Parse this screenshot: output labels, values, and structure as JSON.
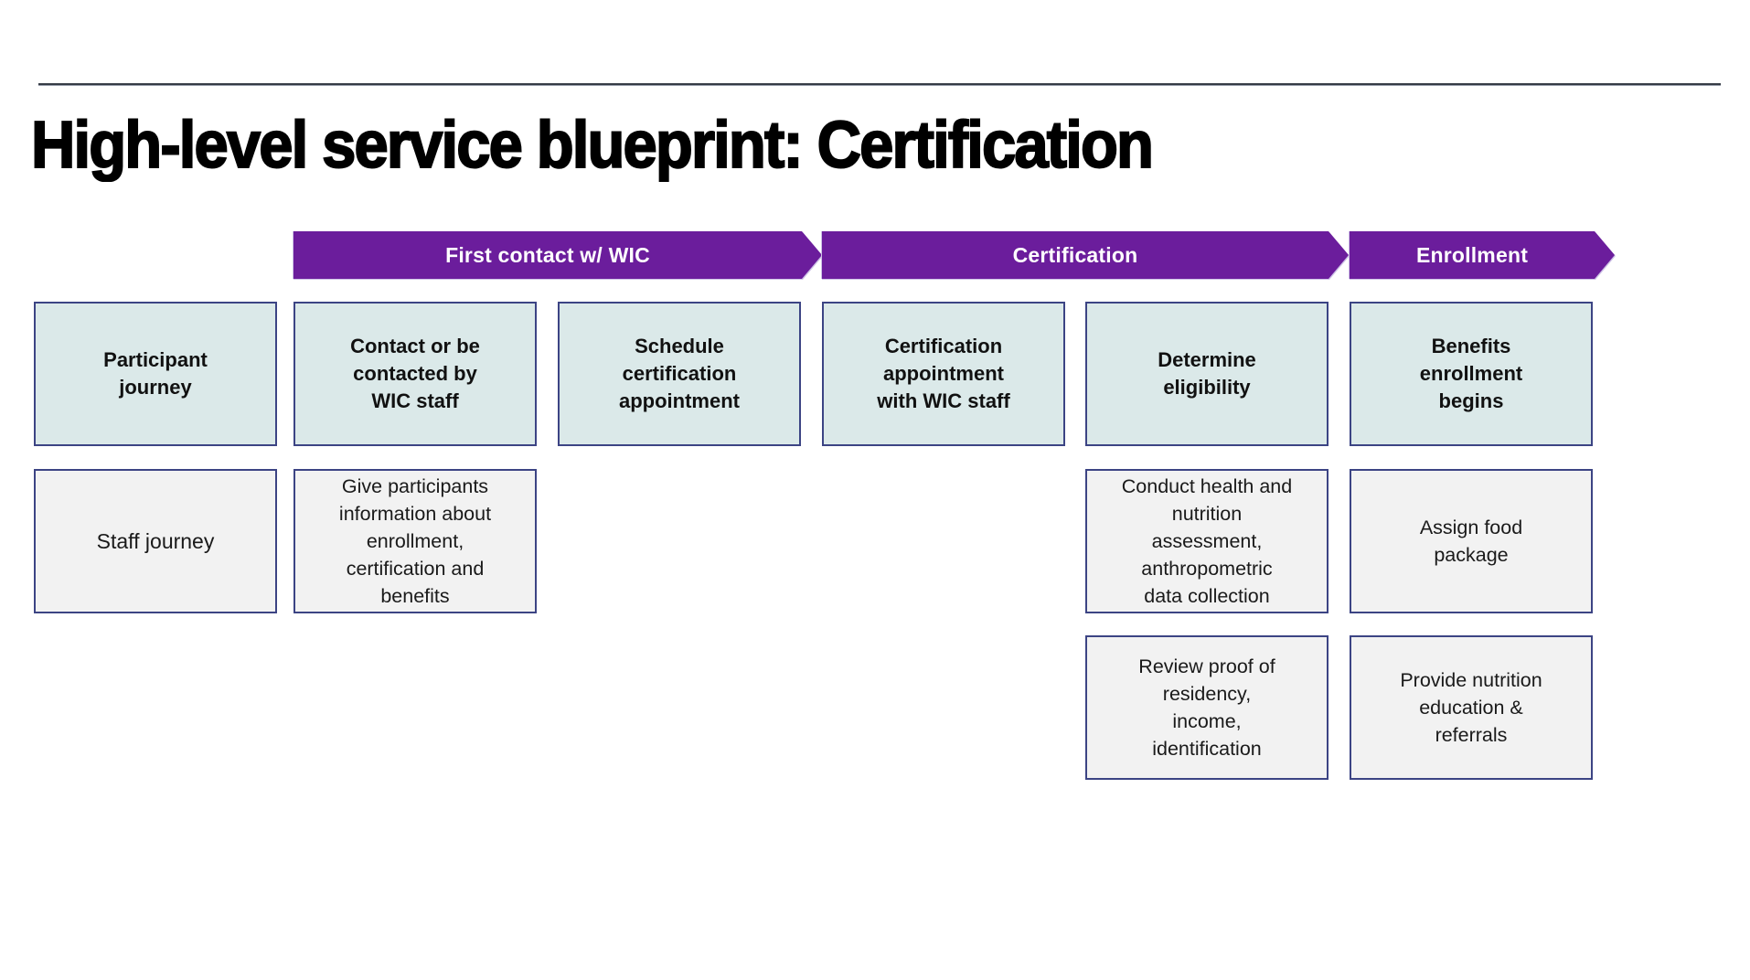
{
  "title": "High-level service blueprint: Certification",
  "phases": {
    "first_contact": "First contact w/ WIC",
    "certification": "Certification",
    "enrollment": "Enrollment"
  },
  "row_labels": {
    "participant": "Participant\njourney",
    "staff": "Staff journey"
  },
  "participant_steps": {
    "contact": "Contact or be\ncontacted by\nWIC staff",
    "schedule": "Schedule\ncertification\nappointment",
    "appointment": "Certification\nappointment\nwith WIC staff",
    "determine": "Determine\neligibility",
    "benefits": "Benefits\nenrollment\nbegins"
  },
  "staff_steps": {
    "give_info": "Give participants\ninformation about\nenrollment,\ncertification and\nbenefits",
    "conduct_assessment": "Conduct health and\nnutrition\nassessment,\nanthropometric\ndata collection",
    "review_proof": "Review proof of\nresidency,\nincome,\nidentification",
    "assign_food": "Assign food\npackage",
    "provide_education": "Provide nutrition\neducation &\nreferrals"
  },
  "colors": {
    "accent_purple": "#6b1d9c",
    "banner_outline": "#cdc2e6",
    "box_teal": "#dbe9e9",
    "box_gray": "#f2f2f2",
    "border_navy": "#3c4484",
    "rule_dark": "#363b45",
    "text": "#111111"
  }
}
